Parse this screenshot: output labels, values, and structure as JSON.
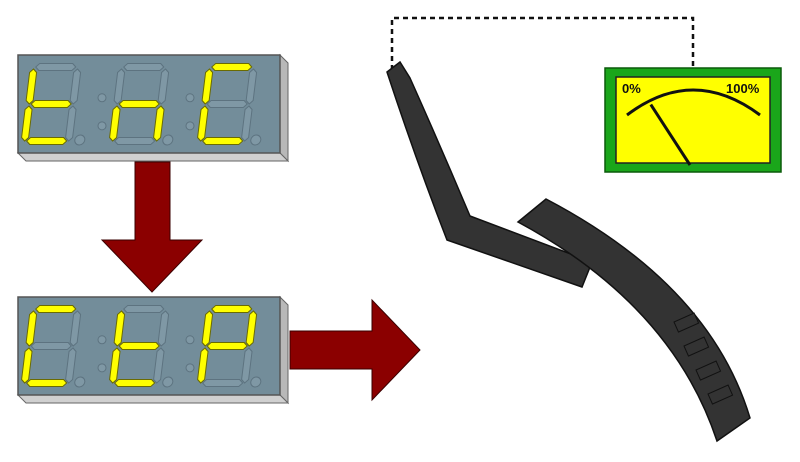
{
  "displays": [
    {
      "name": "top-display",
      "chars": [
        "t",
        "n",
        "C"
      ]
    },
    {
      "name": "bottom-display",
      "chars": [
        "C",
        "t",
        "P"
      ]
    }
  ],
  "meter": {
    "min_label": "0%",
    "max_label": "100%",
    "needle_fraction": 0.2
  },
  "arrows": {
    "down": "arrow-down",
    "right": "arrow-right"
  },
  "colors": {
    "display_bg": "#738d9a",
    "segment_on": "#ffff00",
    "segment_off": "#7f98a5",
    "arrow": "#8b0000",
    "meter_frame": "#1aa61a",
    "meter_face": "#ffff00",
    "strap": "#333333"
  }
}
